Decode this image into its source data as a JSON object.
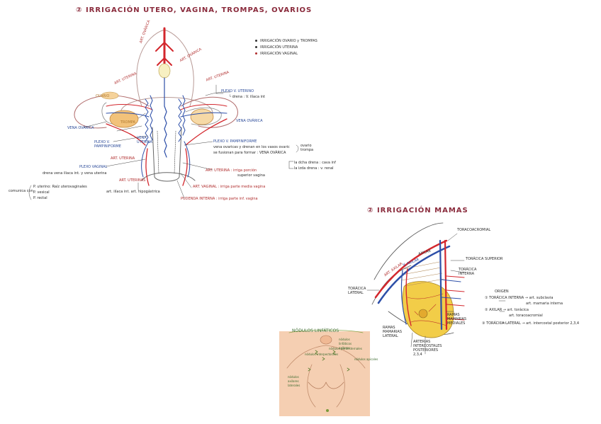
{
  "title1": "② IRRIGACIÓN UTERO, VAGINA, TROMPAS, OVARIOS",
  "title2": "② IRRIGACIÓN MAMAS",
  "legend": [
    "IRRIGACIÓN OVARIO y TROMPAS",
    "IRRIGACIÓN UTERINA",
    "IRRIGACIÓN VAGINAL"
  ],
  "uterus_labels": {
    "art_ovarica_top": "ART. OVÁRICA",
    "art_ovarica": "ART. OVÁRICA",
    "art_uterina_l": "ART. UTERINA",
    "art_uterina_r": "ART. UTERINA",
    "plexo_uterino": "PLEXO V. UTERINO",
    "drena_ilíaca": "└ drena : V. ilíaca int",
    "vena_ovarica_l": "VENA OVÁRICA",
    "vena_ovarica_r": "VENA OVÁRICA",
    "plexo_pampiniforme_l": "PLEXO V. PAMPINIFORME",
    "vena_uterina": "VENA UTERINA",
    "art_uterina_low": "ART. UTERINA",
    "plexo_pampiniforme_r": "PLEXO V. PAMPINIFORME",
    "pampiniforme_desc1": "vena ovaricas y drenan en los vasos ovaric",
    "pampiniforme_desc2": "se fusionan para formar : VENA OVÁRICA",
    "ovario_trompa": "ovario trompa",
    "izq": "la dcha drena : cava inf",
    "der": "la izda drena : v. renal",
    "art_uterina_desc1": "ART. UTERINA : irriga porción",
    "art_uterina_desc2": "superior vagina",
    "plexo_vaginal": "PLEXO VAGINAL",
    "drena_uterina": "drena vena iliaca int. y vena uterina",
    "comunica": "comunica con",
    "p_uterino": "P. uterino: Raíz uterovaginales",
    "p_vesical": "P. vesical",
    "p_rectal": "P. rectal",
    "art_uterinas_b": "ART. UTERINAS",
    "art_uterinas_desc": "art. ilíaca int. art. hipogástrica",
    "art_vaginal": "ART. VAGINAL : irriga parte media vagina",
    "pudenda": "PUDENDA INTERNA : irriga parte inf. vagina",
    "ovario_l": "OVARIO",
    "trompa_l": "TROMPA"
  },
  "breast_labels": {
    "axilar": "AXILAR",
    "art_axilar": "ART. AXILAR",
    "v_axilar": "V. AXILAR",
    "toracica_lateral": "TORÁCICA LATERAL",
    "toracoacromial": "TORACOACROMIAL",
    "toracica_superior": "TORÁCICA SUPERIOR",
    "toracica_interna": "TORÁCICA INTERNA",
    "ramas_mamarias_lat": "RAMAS MAMARIAS LATERAL",
    "ramas_mamarias_med": "RAMAS MAMARIAS MEDIALES",
    "art_intercostales": "ARTERIAS INTERCOSTALES POSTERIORES 2,3,4",
    "origen": "ORIGEN",
    "o1": "① TORÁCICA INTERNA → art. subclavia",
    "o1b": "art. mamaria interna",
    "o2": "② AXILAR → art. torácica",
    "o2b": "art. toracoacromial",
    "o3": "③ TORÁCICA LATERAL → art. intercostal posterior 2,3,4",
    "ganglios": "NÓDULOS LINFÁTICOS",
    "g1": "nódulos linfáticos axilares",
    "g2": "nódulos paraesternales",
    "g3": "nódulos interpectorales",
    "g4": "nódulos apicales",
    "g5": "nódulos axilares laterales"
  },
  "colors": {
    "title": "#8a2b3c",
    "artery": "#d3272d",
    "vein": "#2d4fa8",
    "breast_fill": "#f2cd48",
    "skin": "#f3c7a5"
  }
}
